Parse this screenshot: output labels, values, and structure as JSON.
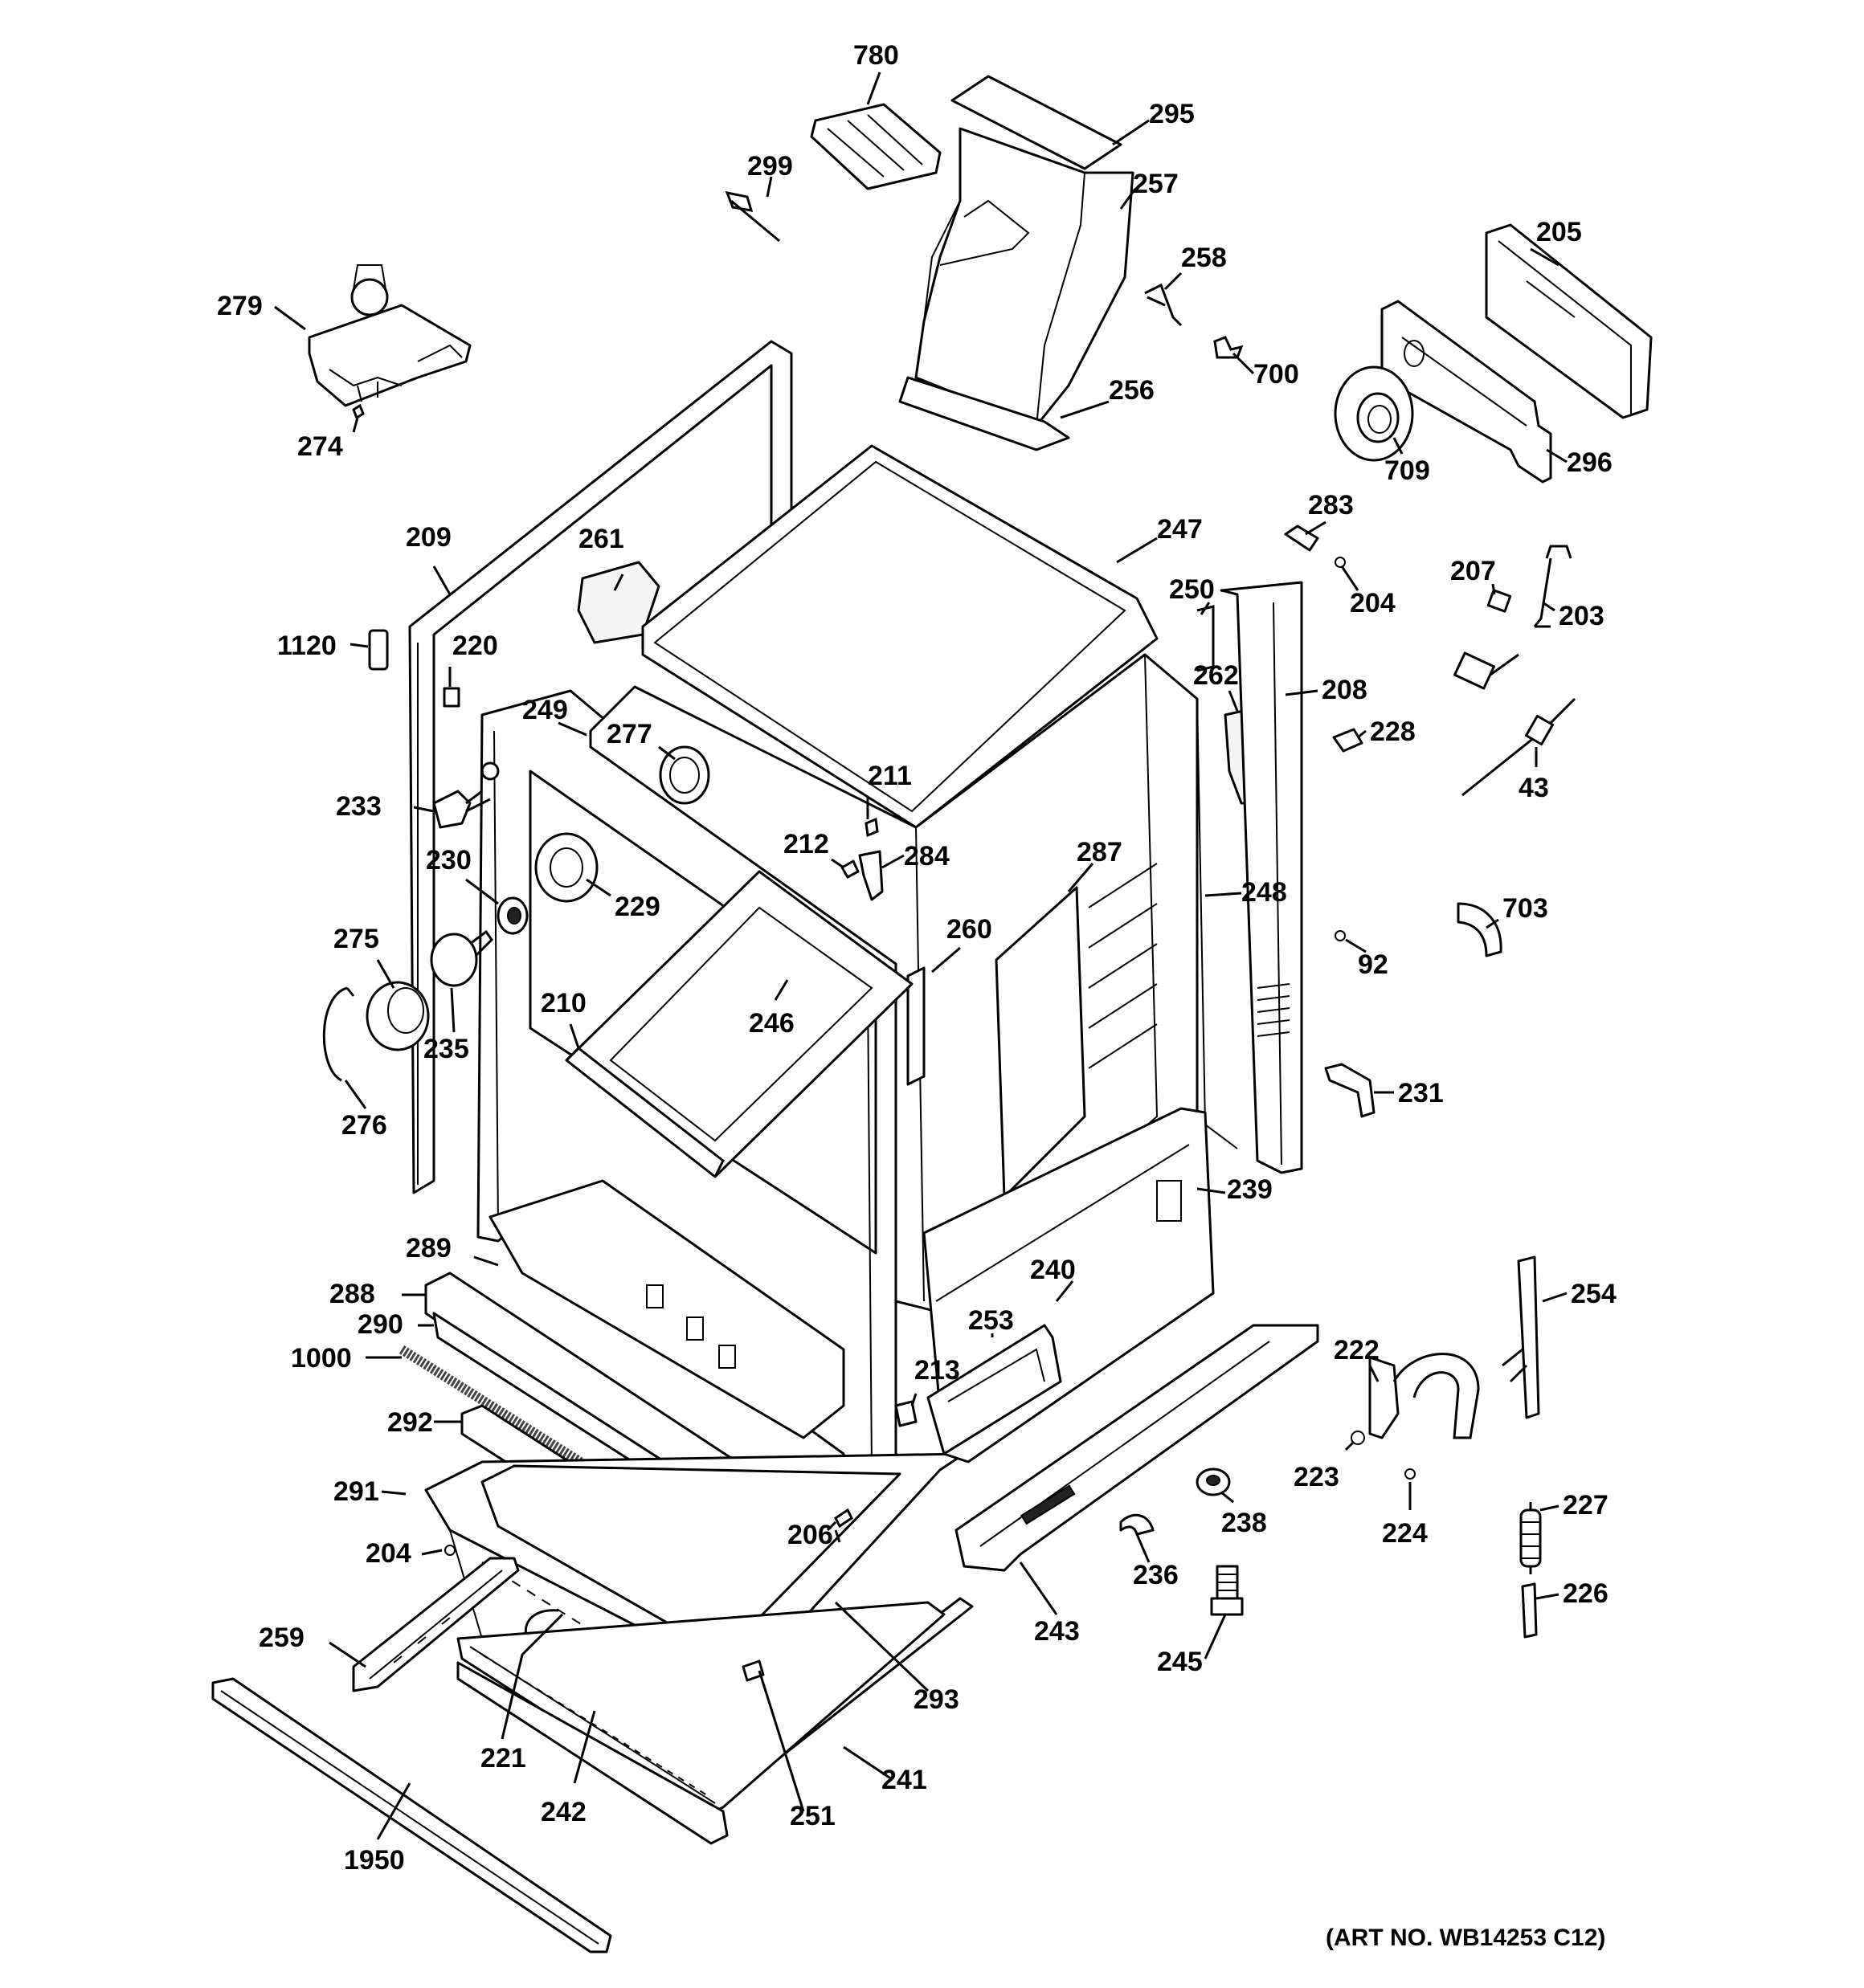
{
  "art_number": "(ART NO. WB14253 C12)",
  "labels": {
    "l780": "780",
    "l295": "295",
    "l299": "299",
    "l257": "257",
    "l258": "258",
    "l205": "205",
    "l279": "279",
    "l700": "700",
    "l274": "274",
    "l256": "256",
    "l709": "709",
    "l296": "296",
    "l283": "283",
    "l209": "209",
    "l261": "261",
    "l247": "247",
    "l204a": "204",
    "l250": "250",
    "l207": "207",
    "l203": "203",
    "l1120": "1120",
    "l220": "220",
    "l262": "262",
    "l208": "208",
    "l249": "249",
    "l277": "277",
    "l228": "228",
    "l211": "211",
    "l233": "233",
    "l43": "43",
    "l212": "212",
    "l284": "284",
    "l230": "230",
    "l287": "287",
    "l229": "229",
    "l248": "248",
    "l703": "703",
    "l260": "260",
    "l275": "275",
    "l92": "92",
    "l210": "210",
    "l246": "246",
    "l235": "235",
    "l231": "231",
    "l276": "276",
    "l239": "239",
    "l289": "289",
    "l240": "240",
    "l288": "288",
    "l254": "254",
    "l253": "253",
    "l290": "290",
    "l222": "222",
    "l1000": "1000",
    "l213": "213",
    "l292": "292",
    "l227": "227",
    "l223": "223",
    "l238": "238",
    "l224": "224",
    "l291": "291",
    "l206": "206",
    "l236": "236",
    "l204b": "204",
    "l243": "243",
    "l226": "226",
    "l259": "259",
    "l245": "245",
    "l293": "293",
    "l221": "221",
    "l241": "241",
    "l242": "242",
    "l251": "251",
    "l1950": "1950"
  }
}
